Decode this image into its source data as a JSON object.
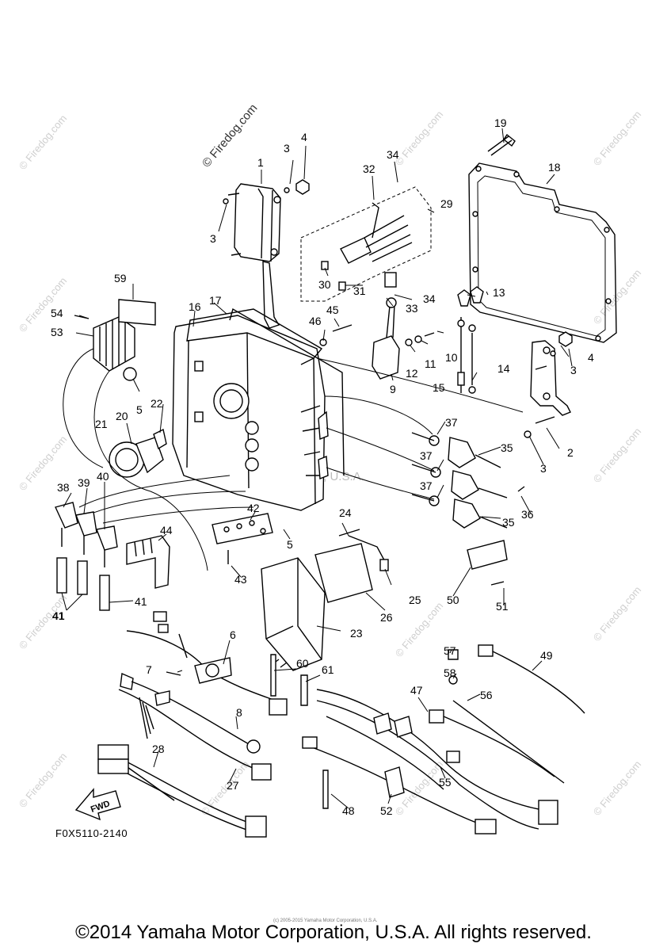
{
  "watermark_text": "© Firedog.com",
  "watermark_center": "Yamaha Motor Corp., U.S.A.",
  "drawing_code": "F0X5110-2140",
  "fwd_label": "FWD",
  "copyright": "©2014 Yamaha Motor Corporation, U.S.A. All rights reserved.",
  "micro_copyright": "(c) 2005-2015 Yamaha Motor Corporation, U.S.A.",
  "callouts": [
    "1",
    "2",
    "3",
    "4",
    "5",
    "6",
    "7",
    "8",
    "9",
    "10",
    "11",
    "12",
    "13",
    "14",
    "15",
    "16",
    "17",
    "18",
    "19",
    "20",
    "21",
    "22",
    "23",
    "24",
    "25",
    "26",
    "27",
    "28",
    "29",
    "30",
    "31",
    "32",
    "33",
    "34",
    "35",
    "36",
    "37",
    "38",
    "39",
    "40",
    "41",
    "42",
    "43",
    "44",
    "45",
    "46",
    "47",
    "48",
    "49",
    "50",
    "51",
    "52",
    "53",
    "54",
    "55",
    "56",
    "57",
    "58",
    "59",
    "60",
    "61"
  ]
}
